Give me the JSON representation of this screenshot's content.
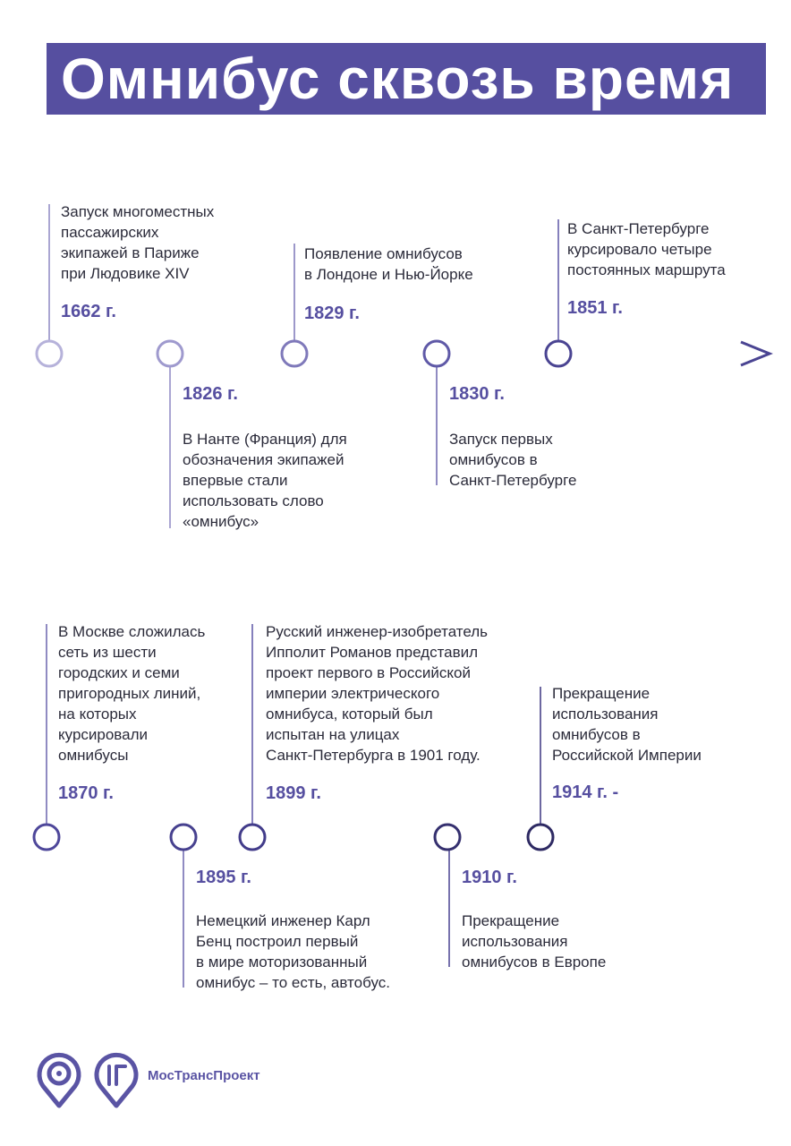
{
  "title": "Омнибус сквозь время",
  "row1": [
    {
      "year": "1662 г.",
      "text": [
        "Запуск многоместных",
        "пассажирских",
        "экипажей в Париже",
        "при Людовике XIV"
      ]
    },
    {
      "year": "1826 г.",
      "text": [
        "В Нанте (Франция) для",
        "обозначения экипажей",
        "впервые стали",
        "использовать слово",
        "«омнибус»"
      ]
    },
    {
      "year": "1829 г.",
      "text": [
        "Появление омнибусов",
        "в Лондоне и Нью-Йорке"
      ]
    },
    {
      "year": "1830 г.",
      "text": [
        "Запуск первых",
        "омнибусов в",
        "Санкт-Петербурге"
      ]
    },
    {
      "year": "1851 г.",
      "text": [
        "В Санкт-Петербурге",
        "курсировало четыре",
        "постоянных маршрута"
      ]
    }
  ],
  "row2": [
    {
      "year": "1870 г.",
      "text": [
        "В Москве сложилась",
        "сеть из шести",
        "городских и семи",
        "пригородных линий,",
        "на которых",
        "курсировали",
        "омнибусы"
      ]
    },
    {
      "year": "1895 г.",
      "text": [
        "Немецкий инженер Карл",
        "Бенц построил первый",
        "в мире моторизованный",
        "омнибус – то есть, автобус."
      ]
    },
    {
      "year": "1899 г.",
      "text": [
        "Русский инженер-изобретатель",
        "Ипполит Романов представил",
        "проект первого в Российской",
        "империи электрического",
        "омнибуса, который был",
        "испытан на улицах",
        "Санкт-Петербурга в 1901 году."
      ]
    },
    {
      "year": "1910 г.",
      "text": [
        "Прекращение",
        "использования",
        "омнибусов в Европе"
      ]
    },
    {
      "year": "1914 г. -",
      "text": [
        "Прекращение",
        "использования",
        "омнибусов в",
        "Российской Империи"
      ]
    }
  ],
  "footer": {
    "brand": "МосТрансПроект",
    "logo_icons": [
      "map-pin-target-icon",
      "map-pin-mg-icon"
    ]
  },
  "colors": {
    "accent": "#564fa0",
    "line_dark": "#2e2a63",
    "text": "#2b2b3a"
  }
}
